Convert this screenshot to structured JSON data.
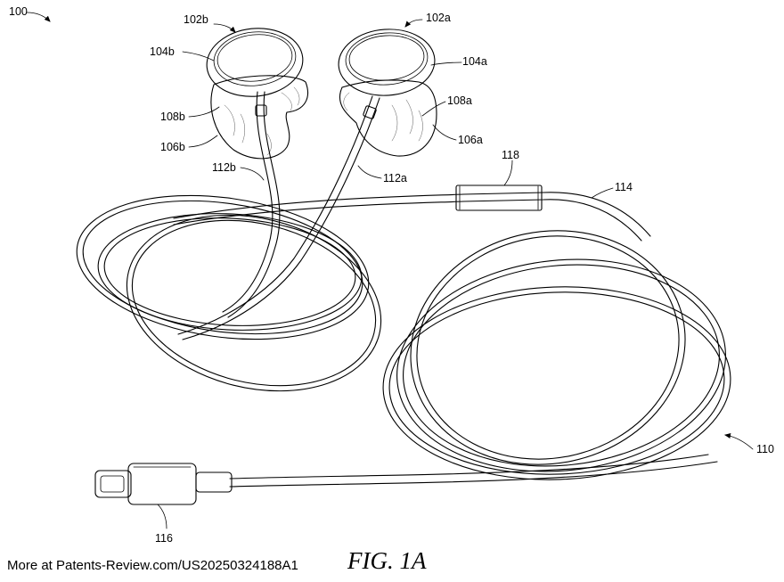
{
  "figure": {
    "caption": "FIG. 1A",
    "labels": {
      "r100": "100",
      "r102a": "102a",
      "r102b": "102b",
      "r104a": "104a",
      "r104b": "104b",
      "r106a": "106a",
      "r106b": "106b",
      "r108a": "108a",
      "r108b": "108b",
      "r110": "110",
      "r112a": "112a",
      "r112b": "112b",
      "r114": "114",
      "r116": "116",
      "r118": "118"
    }
  },
  "footer": {
    "text": "More at Patents-Review.com/US20250324188A1"
  }
}
